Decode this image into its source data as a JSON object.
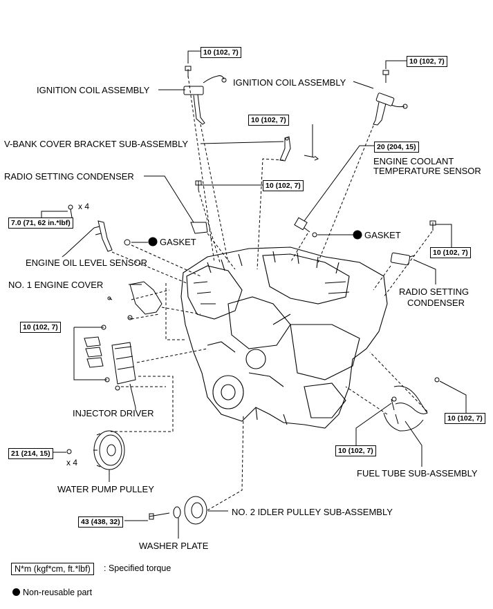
{
  "labels": {
    "ignition_coil_left": "IGNITION COIL ASSEMBLY",
    "ignition_coil_right": "IGNITION COIL ASSEMBLY",
    "v_bank_bracket": "V-BANK COVER BRACKET SUB-ASSEMBLY",
    "radio_condenser_left": "RADIO SETTING CONDENSER",
    "engine_coolant_line1": "ENGINE COOLANT",
    "engine_coolant_line2": "TEMPERATURE SENSOR",
    "gasket_left": "GASKET",
    "gasket_right": "GASKET",
    "engine_oil_level": "ENGINE OIL LEVEL SENSOR",
    "engine_cover": "NO. 1 ENGINE COVER",
    "radio_condenser_right_line1": "RADIO SETTING",
    "radio_condenser_right_line2": "CONDENSER",
    "injector_driver": "INJECTOR DRIVER",
    "fuel_tube": "FUEL TUBE SUB-ASSEMBLY",
    "water_pump_pulley": "WATER PUMP PULLEY",
    "idler_pulley": "NO. 2 IDLER PULLEY SUB-ASSEMBLY",
    "washer_plate": "WASHER PLATE"
  },
  "torques": {
    "coil_left": "10 (102, 7)",
    "coil_right": "10 (102, 7)",
    "bracket": "10 (102, 7)",
    "coolant_sensor": "20 (204, 15)",
    "condenser_left": "10 (102, 7)",
    "oil_level": "7.0 (71, 62 in.*lbf)",
    "condenser_right": "10 (102, 7)",
    "injector_driver": "10 (102, 7)",
    "fuel_tube_right": "10 (102, 7)",
    "fuel_tube_left": "10 (102, 7)",
    "water_pump": "21 (214, 15)",
    "idler_pulley": "43 (438, 32)"
  },
  "multipliers": {
    "oil_level": "x 4",
    "water_pump": "x 4"
  },
  "legend": {
    "torque_units": "N*m (kgf*cm, ft.*lbf)",
    "torque_desc": ": Specified torque",
    "non_reusable": "Non-reusable part"
  }
}
